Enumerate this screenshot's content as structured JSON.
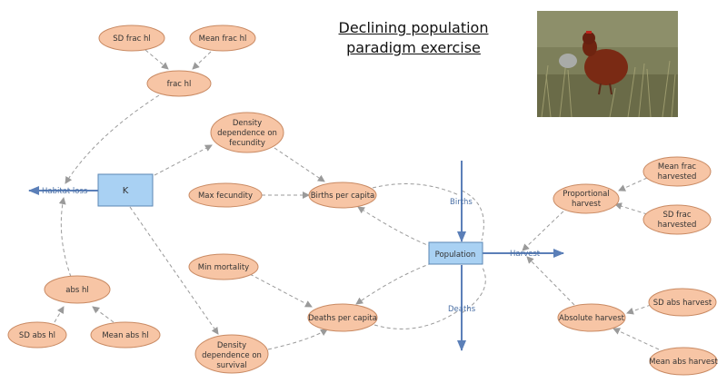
{
  "title": {
    "line1": "Declining population",
    "line2": "paradigm exercise"
  },
  "colors": {
    "ellipse_fill": "#f7c5a5",
    "ellipse_stroke": "#c98a63",
    "stock_fill": "#a9d1f3",
    "stock_stroke": "#5b86b3",
    "flow": "#5b7fb8",
    "link": "#9a9a9a"
  },
  "variables": {
    "sd_frac_hl": "SD frac hl",
    "mean_frac_hl": "Mean frac hl",
    "frac_hl": "frac hl",
    "density_fecundity": [
      "Density",
      "dependence on",
      "fecundity"
    ],
    "max_fecundity": "Max fecundity",
    "births_per_capita": "Births per capita",
    "min_mortality": "Min mortality",
    "deaths_per_capita": "Deaths per capita",
    "density_survival": [
      "Density",
      "dependence on",
      "survival"
    ],
    "abs_hl": "abs hl",
    "sd_abs_hl": "SD abs hl",
    "mean_abs_hl": "Mean abs hl",
    "proportional_harvest": [
      "Proportional",
      "harvest"
    ],
    "mean_frac_harvested": [
      "Mean frac",
      "harvested"
    ],
    "sd_frac_harvested": [
      "SD frac",
      "harvested"
    ],
    "absolute_harvest": "Absolute harvest",
    "sd_abs_harvest": "SD abs harvest",
    "mean_abs_harvest": "Mean abs harvest"
  },
  "stocks": {
    "k": "K",
    "population": "Population"
  },
  "flows": {
    "habitat_loss": "Habitat loss",
    "births": "Births",
    "deaths": "Deaths",
    "harvest": "Harvest"
  }
}
